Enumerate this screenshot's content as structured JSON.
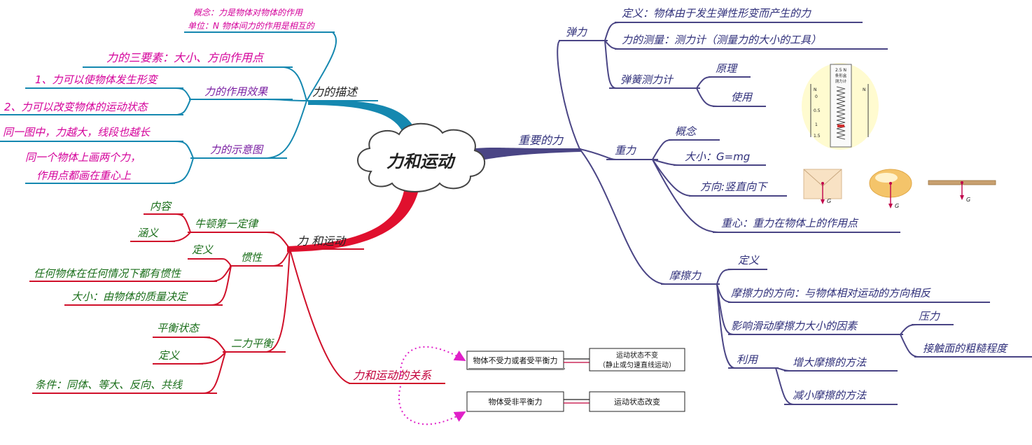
{
  "center": {
    "title": "力和运动"
  },
  "desc": {
    "title": "力的描述",
    "concept": "概念：力是物体对物体的作用",
    "unit": "单位：N 物体间力的作用是相互的",
    "three_elements": "力的三要素：大小、方向作用点",
    "effect": {
      "title": "力的作用效果",
      "items": [
        "1、力可以使物体发生形变",
        "2、力可以改变物体的运动状态"
      ]
    },
    "diagram": {
      "title": "力的示意图",
      "items": [
        "同一图中，力越大，线段也越长",
        "同一个物体上画两个力，",
        "作用点都画在重心上"
      ]
    }
  },
  "motion": {
    "title": "力 和运动",
    "newton": {
      "title": "牛顿第一定律",
      "items": [
        "内容",
        "涵义"
      ]
    },
    "inertia": {
      "title": "惯性",
      "items": [
        "定义",
        "任何物体在任何情况下都有惯性",
        "大小：由物体的质量决定"
      ]
    },
    "balance": {
      "title": "二力平衡",
      "items": [
        "平衡状态",
        "定义",
        "条件：同体、等大、反向、共线"
      ]
    },
    "relation": {
      "title": "力和运动的关系",
      "box1_left": "物体不受力或者受平衡力",
      "box1_right_1": "运动状态不变",
      "box1_right_2": "（静止或匀速直线运动）",
      "box2_left": "物体受非平衡力",
      "box2_right": "运动状态改变"
    }
  },
  "forces": {
    "title": "重要的力",
    "elastic": {
      "title": "弹力",
      "definition": "定义：物体由于发生弹性形变而产生的力",
      "measure": "力的测量：测力计（测量力的大小的工具）",
      "spring_scale": {
        "title": "弹簧测力计",
        "items": [
          "原理",
          "使用"
        ]
      },
      "image_labels": [
        "2.5 N",
        "条形盒",
        "测力计",
        "N",
        "0",
        "0.5",
        "1",
        "1.5"
      ]
    },
    "gravity": {
      "title": "重力",
      "items": [
        "概念",
        "大小：G=mg",
        "方向:竖直向下",
        "重心：重力在物体上的作用点"
      ],
      "g_label": "G"
    },
    "friction": {
      "title": "摩擦力",
      "definition": "定义",
      "direction": "摩擦力的方向：与物体相对运动的方向相反",
      "factors": {
        "title": "影响滑动摩擦力大小的因素",
        "items": [
          "压力",
          "接触面的粗糙程度"
        ]
      },
      "use": {
        "title": "利用",
        "items": [
          "增大摩擦的方法",
          "减小摩擦的方法"
        ]
      }
    }
  },
  "colors": {
    "desc": "#1588b0",
    "motion": "#d0102a",
    "forces": "#4a4585",
    "pink": "#e020c8"
  }
}
